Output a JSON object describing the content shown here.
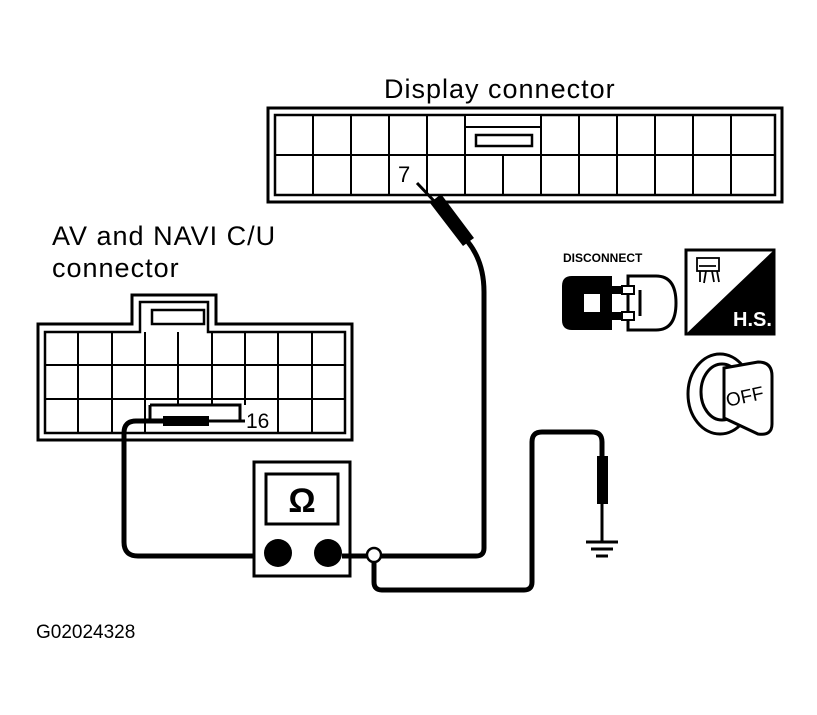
{
  "labels": {
    "display_connector": "Display connector",
    "av_navi_line1": "AV and NAVI C/U",
    "av_navi_line2": "connector",
    "display_pin": "7",
    "av_pin": "16",
    "disconnect": "DISCONNECT",
    "hs": "H.S.",
    "ignition_off": "OFF",
    "ohm_symbol": "Ω",
    "figure_id": "G02024328"
  },
  "icons": {
    "disconnect_icon": "connector-disconnect-icon",
    "harness_side_icon": "harness-side-icon",
    "ignition_key_icon": "ignition-key-off-icon",
    "ground_icon": "ground-icon",
    "ohmmeter_icon": "ohmmeter-icon"
  }
}
